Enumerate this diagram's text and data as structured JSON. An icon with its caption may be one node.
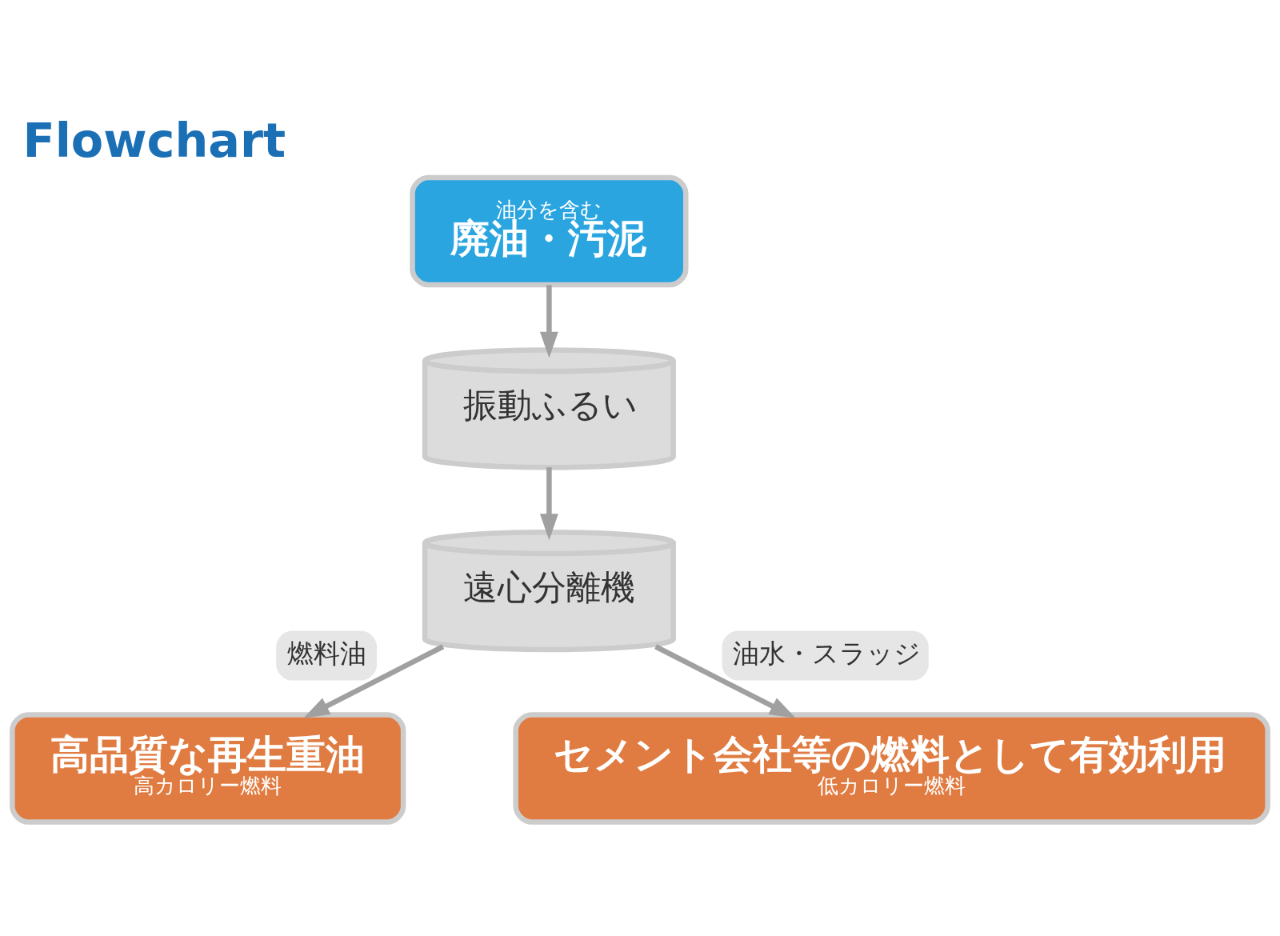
{
  "diagram": {
    "title": "Flowchart",
    "nodes": [
      {
        "text": [
          "油分を含む",
          "廃油・汚泥"
        ]
      },
      {
        "text": [
          "振動ふるい"
        ]
      },
      {
        "text": [
          "遠心分離機"
        ]
      },
      {
        "text": [
          "高品質な再生重油",
          "高カロリー燃料"
        ]
      },
      {
        "text": [
          "セメント会社等の燃料として有効利用",
          "低カロリー燃料"
        ]
      }
    ],
    "edges": [
      {
        "from": 0,
        "to": 1,
        "arrow": "to"
      },
      {
        "from": 1,
        "to": 2,
        "arrow": "to"
      },
      {
        "from": 2,
        "to": 3,
        "arrow": "to",
        "label": "燃料油"
      },
      {
        "from": 2,
        "to": 4,
        "arrow": "to",
        "label": "油水・スラッジ"
      }
    ]
  }
}
